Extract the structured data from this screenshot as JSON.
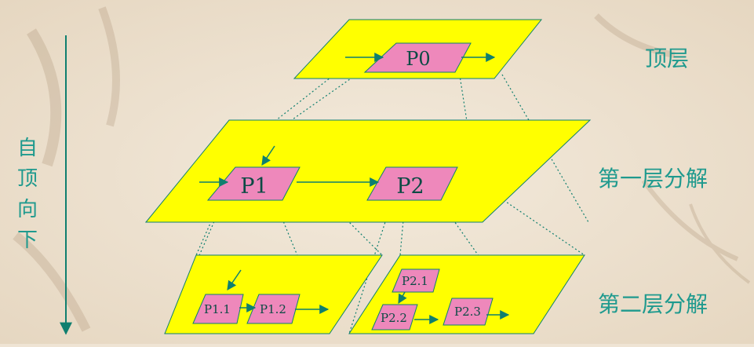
{
  "labels": {
    "top": "顶层",
    "first": "第一层分解",
    "second": "第二层分解"
  },
  "side_text": [
    "自",
    "顶",
    "向",
    "下"
  ],
  "processes": {
    "p0": "P0",
    "p1": "P1",
    "p2": "P2",
    "p1_1": "P1.1",
    "p1_2": "P1.2",
    "p2_1": "P2.1",
    "p2_2": "P2.2",
    "p2_3": "P2.3"
  },
  "colors": {
    "plane_fill": "#ffff00",
    "process_fill": "#ee88bb",
    "line": "#0f7f6f",
    "label_text": "#1f9a8e",
    "background": "#efe4d4"
  }
}
